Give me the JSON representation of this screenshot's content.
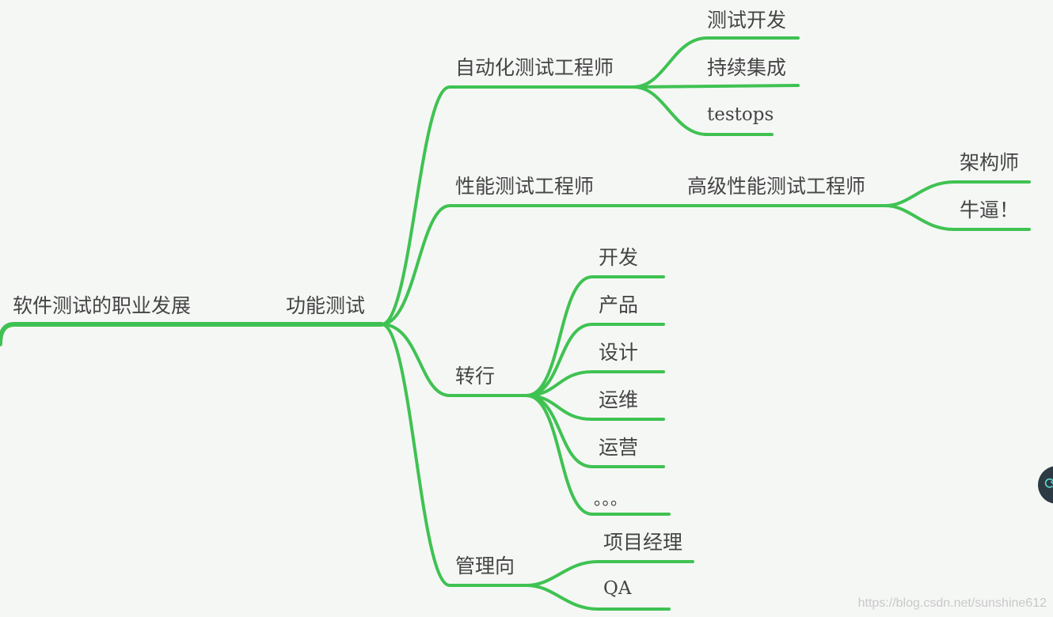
{
  "colors": {
    "branch": "#3fc252",
    "text": "#444444",
    "background": "#f5f7f5"
  },
  "nodes": {
    "root": "软件测试的职业发展",
    "functional_testing": "功能测试",
    "automation_engineer": "自动化测试工程师",
    "test_development": "测试开发",
    "continuous_integration": "持续集成",
    "testops": "testops",
    "performance_engineer": "性能测试工程师",
    "senior_performance_engineer": "高级性能测试工程师",
    "architect": "架构师",
    "awesome": "牛逼！",
    "career_change": "转行",
    "development": "开发",
    "product": "产品",
    "design": "设计",
    "operations": "运维",
    "business_operations": "运营",
    "ellipsis": "。。。",
    "management": "管理向",
    "project_manager": "项目经理",
    "qa": "QA"
  },
  "watermark": "https://blog.csdn.net/sunshine612",
  "side_button": {
    "icon": "refresh-icon"
  }
}
